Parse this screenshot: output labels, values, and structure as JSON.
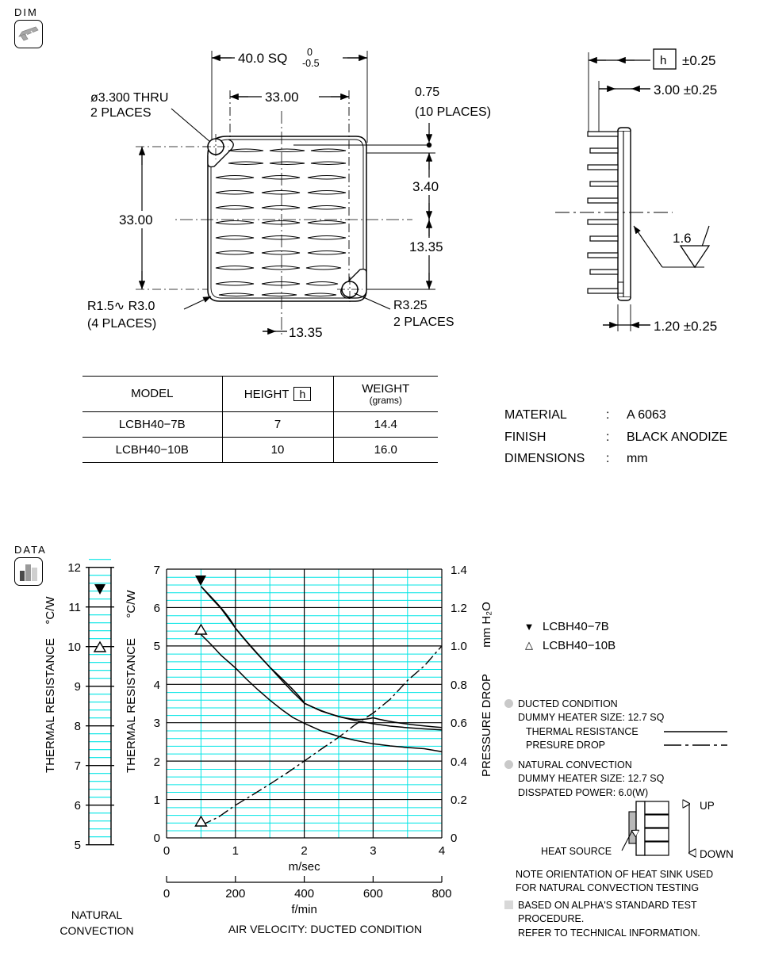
{
  "sections": {
    "dim_label": "DIM",
    "data_label": "DATA"
  },
  "drawing": {
    "top_view": {
      "overall_width": "40.0 SQ",
      "tol_upper": "0",
      "tol_lower": "-0.5",
      "hole_spacing_h": "33.00",
      "hole_spacing_v": "33.00",
      "hole_note_1": "ø3.300 THRU",
      "hole_note_2": "2 PLACES",
      "fin_pitch": "0.75",
      "fin_places": "(10 PLACES)",
      "edge_offset": "3.40",
      "mid_offset": "13.35",
      "bottom_offset": "13.35",
      "corner_radius_1": "R1.5∿ R3.0",
      "corner_radius_1_places": "(4 PLACES)",
      "corner_radius_2": "R3.25",
      "corner_radius_2_places": "2 PLACES"
    },
    "side_view": {
      "height_symbol": "h",
      "height_tol": "±0.25",
      "fin_height": "3.00 ±0.25",
      "base_thickness": "1.20 ±0.25",
      "surface_finish": "1.6"
    }
  },
  "spec_table": {
    "headers": [
      "MODEL",
      "HEIGHT",
      "WEIGHT"
    ],
    "header_height_symbol": "h",
    "header_weight_unit": "(grams)",
    "rows": [
      {
        "model": "LCBH40−7B",
        "height": "7",
        "weight": "14.4"
      },
      {
        "model": "LCBH40−10B",
        "height": "10",
        "weight": "16.0"
      }
    ]
  },
  "material": {
    "rows": [
      {
        "key": "MATERIAL",
        "sep": ":",
        "value": "A 6063"
      },
      {
        "key": "FINISH",
        "sep": ":",
        "value": "BLACK ANODIZE"
      },
      {
        "key": "DIMENSIONS",
        "sep": ":",
        "value": "mm"
      }
    ]
  },
  "legend": {
    "items": [
      {
        "symbol": "▼",
        "label": "LCBH40−7B"
      },
      {
        "symbol": "△",
        "label": "LCBH40−10B"
      }
    ]
  },
  "notes": {
    "ducted": {
      "title": "DUCTED CONDITION",
      "heater": "DUMMY HEATER SIZE: 12.7 SQ",
      "line_thermal": "THERMAL RESISTANCE",
      "line_pressure": "PRESURE DROP"
    },
    "natural": {
      "title": "NATURAL CONVECTION",
      "heater": "DUMMY HEATER SIZE: 12.7 SQ",
      "power": "DISSPATED POWER: 6.0(W)"
    },
    "orientation": {
      "heat_source": "HEAT SOURCE",
      "up": "UP",
      "down": "DOWN",
      "note_line1": "NOTE ORIENTATION OF HEAT SINK USED",
      "note_line2": "FOR NATURAL CONVECTION TESTING"
    },
    "standard": {
      "line1": "BASED ON ALPHA'S STANDARD TEST",
      "line2": "PROCEDURE.",
      "line3": "REFER TO TECHNICAL INFORMATION."
    }
  },
  "captions": {
    "natural_convection": "NATURAL\nCONVECTION",
    "air_velocity": "AIR VELOCITY:  DUCTED CONDITION"
  },
  "colors": {
    "grid_minor": "#00e5e5",
    "grid_major": "#000000",
    "curve": "#000000",
    "icon_fill": "#a8a8a8"
  },
  "chart_data": [
    {
      "type": "scatter",
      "name": "natural-convection-scale",
      "title": "NATURAL CONVECTION",
      "ylabel": "THERMAL RESISTANCE",
      "yunit": "°C/W",
      "ylim": [
        5,
        12
      ],
      "yticks": [
        5,
        6,
        7,
        8,
        9,
        10,
        11,
        12
      ],
      "ytick_labels": [
        "5",
        "6",
        "7",
        "8",
        "9",
        "10",
        "11",
        "12"
      ],
      "minor_step": 0.2,
      "grid": true,
      "points": [
        {
          "series": "LCBH40−7B",
          "marker": "filled-triangle-down",
          "value": 11.5
        },
        {
          "series": "LCBH40−10B",
          "marker": "open-triangle-up",
          "value": 10.4
        }
      ]
    },
    {
      "type": "line",
      "name": "ducted-condition-chart",
      "title": "AIR VELOCITY:  DUCTED CONDITION",
      "xlabel": "m/sec",
      "xlabel2": "f/min",
      "ylabel": "THERMAL RESISTANCE",
      "yunit": "°C/W",
      "y2label": "PRESSURE DROP",
      "y2unit": "mm H₂O",
      "xlim": [
        0,
        4
      ],
      "xticks": [
        0,
        1,
        2,
        3,
        4
      ],
      "xtick_labels": [
        "0",
        "1",
        "2",
        "3",
        "4"
      ],
      "x2lim": [
        0,
        800
      ],
      "x2ticks": [
        0,
        200,
        400,
        600,
        800
      ],
      "x2tick_labels": [
        "0",
        "200",
        "400",
        "600",
        "800"
      ],
      "ylim": [
        0,
        7
      ],
      "yticks": [
        0,
        1,
        2,
        3,
        4,
        5,
        6,
        7
      ],
      "ytick_labels": [
        "0",
        "1",
        "2",
        "3",
        "4",
        "5",
        "6",
        "7"
      ],
      "y_minor_step": 0.2,
      "y2lim": [
        0,
        1.4
      ],
      "y2ticks": [
        0,
        0.2,
        0.4,
        0.6,
        0.8,
        1.0,
        1.2,
        1.4
      ],
      "y2tick_labels": [
        "0",
        "0.2",
        "0.4",
        "0.6",
        "0.8",
        "1.0",
        "1.2",
        "1.4"
      ],
      "x_minor_step": 0.5,
      "grid": true,
      "legend_position": "right",
      "series": [
        {
          "name": "LCBH40−7B",
          "axis": "left",
          "style": "solid",
          "marker": "filled-triangle-down",
          "x": [
            0.5,
            0.75,
            1.0,
            1.25,
            1.5,
            1.75,
            2.0,
            2.5,
            3.0,
            3.5,
            4.0
          ],
          "y": [
            6.55,
            5.85,
            5.25,
            4.8,
            4.45,
            4.15,
            3.9,
            3.5,
            3.2,
            3.0,
            2.88
          ]
        },
        {
          "name": "LCBH40−10B",
          "axis": "left",
          "style": "solid",
          "marker": "open-triangle-up",
          "x": [
            0.5,
            0.75,
            1.0,
            1.25,
            1.5,
            1.75,
            2.0,
            2.5,
            3.0,
            3.5,
            4.0
          ],
          "y": [
            5.3,
            4.65,
            4.1,
            3.72,
            3.42,
            3.18,
            2.98,
            2.66,
            2.45,
            2.32,
            2.24
          ]
        },
        {
          "name": "PRESURE DROP",
          "axis": "right",
          "style": "dash-dot",
          "marker": "open-triangle-up",
          "x": [
            0.5,
            1.0,
            1.5,
            2.0,
            2.5,
            3.0,
            3.5,
            4.0
          ],
          "y": [
            0.065,
            0.17,
            0.28,
            0.4,
            0.52,
            0.65,
            0.82,
            1.0
          ]
        }
      ]
    }
  ]
}
